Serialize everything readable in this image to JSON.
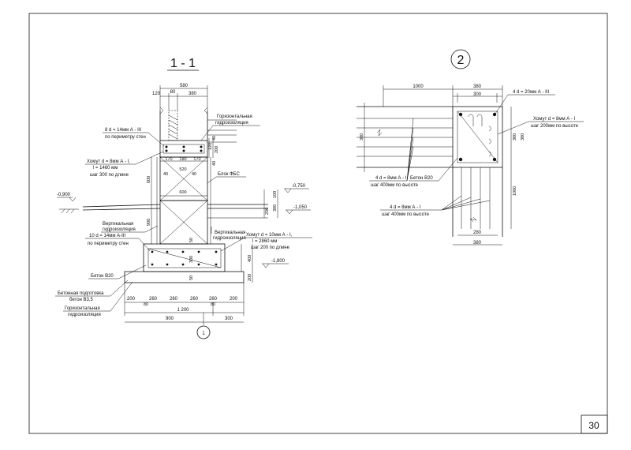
{
  "sheet": {
    "page_number": "30"
  },
  "section_1": {
    "title": "1 - 1",
    "callout_number": "1",
    "dims_top": [
      "580",
      "120",
      "80",
      "380"
    ],
    "dims_wall_right": [
      "40",
      "120",
      "200",
      "40"
    ],
    "dims_beam": [
      "170",
      "180",
      "170",
      "520",
      "40",
      "40",
      "600"
    ],
    "dims_left": [
      "600",
      "900"
    ],
    "dims_right": [
      "100",
      "300",
      "200",
      "400",
      "200"
    ],
    "dims_footing_inner": [
      "50",
      "300",
      "50"
    ],
    "dims_bottom_row": [
      "200",
      "260",
      "260",
      "260",
      "260",
      "200"
    ],
    "dims_bottom_small": [
      "80",
      "80"
    ],
    "dim_total": "1 200",
    "dims_split": [
      "900",
      "300"
    ],
    "levels": [
      "-0,900",
      "-0,750",
      "-1,050",
      "-1,800"
    ],
    "labels": {
      "horiz_waterproof_top": [
        "Горизонтальная",
        "гидроизоляция"
      ],
      "rebar_beam": [
        "8 d = 14мм А - III",
        "по периметру стен"
      ],
      "stirrup_beam": [
        "Хомут d = 8мм А - I,",
        "l = 1460 мм",
        "шаг 300 по длине"
      ],
      "fbs_block": "Блок ФБС",
      "vert_waterproof_left": [
        "Вертикальная",
        "гидроизоляция"
      ],
      "vert_waterproof_right": [
        "Вертикальная",
        "гидроизоляция"
      ],
      "rebar_footing": [
        "10 d = 14мм А-III",
        "по периметру стен"
      ],
      "stirrup_footing": [
        "Хомут d = 10мм А - I,",
        "l = 2860 мм",
        "шаг 200 по длине"
      ],
      "concrete": "Бетон В20",
      "concrete_prep": [
        "Бетонная подготовка",
        "бетон В3,5"
      ],
      "horiz_waterproof_bottom": [
        "Горизонтальная",
        "гидроизоляция"
      ]
    }
  },
  "detail_2": {
    "title": "2",
    "dims_top": [
      "1000",
      "380",
      "300"
    ],
    "dims_side": [
      "380",
      "300",
      "1000"
    ],
    "dims_bottom": [
      "280",
      "380"
    ],
    "labels": {
      "rebar_top": "4 d = 20мм А - III",
      "stirrup": [
        "Хомут  d = 8мм А - I",
        "шаг 200мм по высоте"
      ],
      "rebar_left": [
        "4 d = 8мм А - I",
        "шаг 400мм по высоте"
      ],
      "concrete": "Бетон В20",
      "rebar_bottom": [
        "4 d = 8мм А - I",
        "шаг 400мм по высоте"
      ]
    }
  }
}
